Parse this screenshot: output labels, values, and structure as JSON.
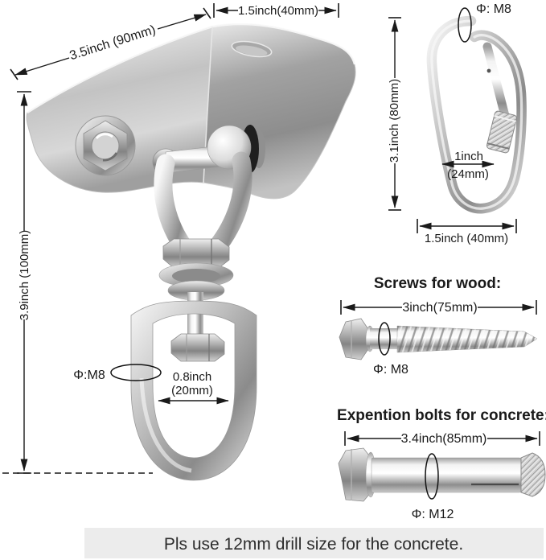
{
  "hanger": {
    "dim_diagonal": "3.5inch (90mm)",
    "dim_top": "1.5inch(40mm)",
    "dim_height": "3.9inch (100mm)",
    "ring_thread": "Φ:M8",
    "ring_inner_width_l1": "0.8inch",
    "ring_inner_width_l2": "(20mm)"
  },
  "carabiner": {
    "thread": "Φ: M8",
    "dim_height": "3.1inch (80mm)",
    "dim_inner_l1": "1inch",
    "dim_inner_l2": "(24mm)",
    "dim_width": "1.5inch (40mm)"
  },
  "wood_screw": {
    "heading": "Screws for wood:",
    "dim_length": "3inch(75mm)",
    "thread": "Φ: M8"
  },
  "concrete_bolt": {
    "heading": "Expention bolts for concrete:",
    "dim_length": "3.4inch(85mm)",
    "thread": "Φ: M12"
  },
  "footer": {
    "note": "Pls use 12mm drill size for the concrete."
  },
  "colors": {
    "background": "#ffffff",
    "footer_bar": "#ececec",
    "line": "#1a1a1a",
    "metal_light": "#f2f2f2",
    "metal_dark": "#8a8a8a"
  }
}
